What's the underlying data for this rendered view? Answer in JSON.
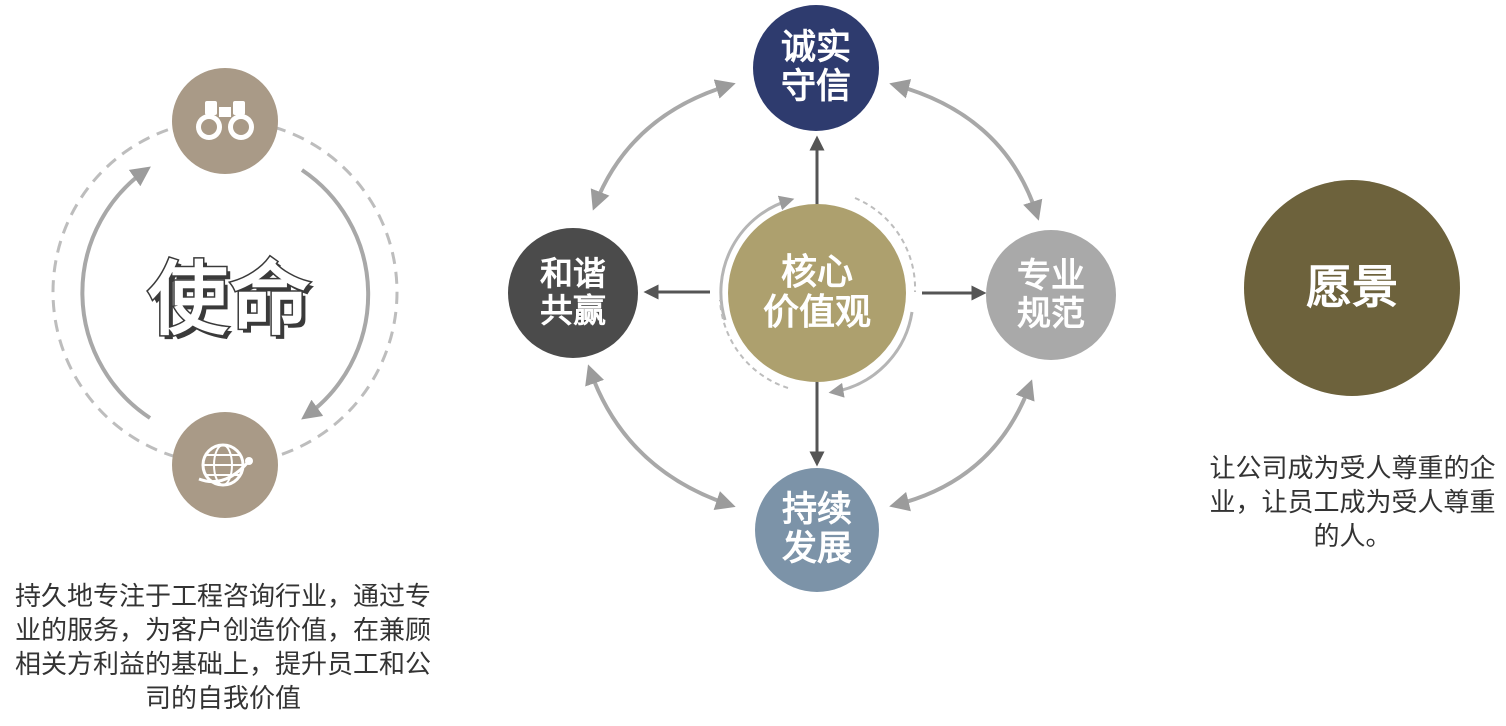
{
  "mission": {
    "title": "使命",
    "description": "持久地专注于工程咨询行业，通过专业的服务，为客户创造价值，在兼顾相关方利益的基础上，提升员工和公司的自我价值",
    "icons": [
      "binoculars-icon",
      "globe-icon"
    ]
  },
  "values": {
    "center": {
      "line1": "核心",
      "line2": "价值观",
      "color": "#ada06e"
    },
    "top": {
      "line1": "诚实",
      "line2": "守信",
      "color": "#2e3b6e"
    },
    "left": {
      "line1": "和谐",
      "line2": "共赢",
      "color": "#4b4b4b"
    },
    "right": {
      "line1": "专业",
      "line2": "规范",
      "color": "#a9a9a9"
    },
    "bottom": {
      "line1": "持续",
      "line2": "发展",
      "color": "#7c93a8"
    }
  },
  "vision": {
    "title": "愿景",
    "description": "让公司成为受人尊重的企业，让员工成为受人尊重的人。",
    "color": "#6d623c"
  }
}
